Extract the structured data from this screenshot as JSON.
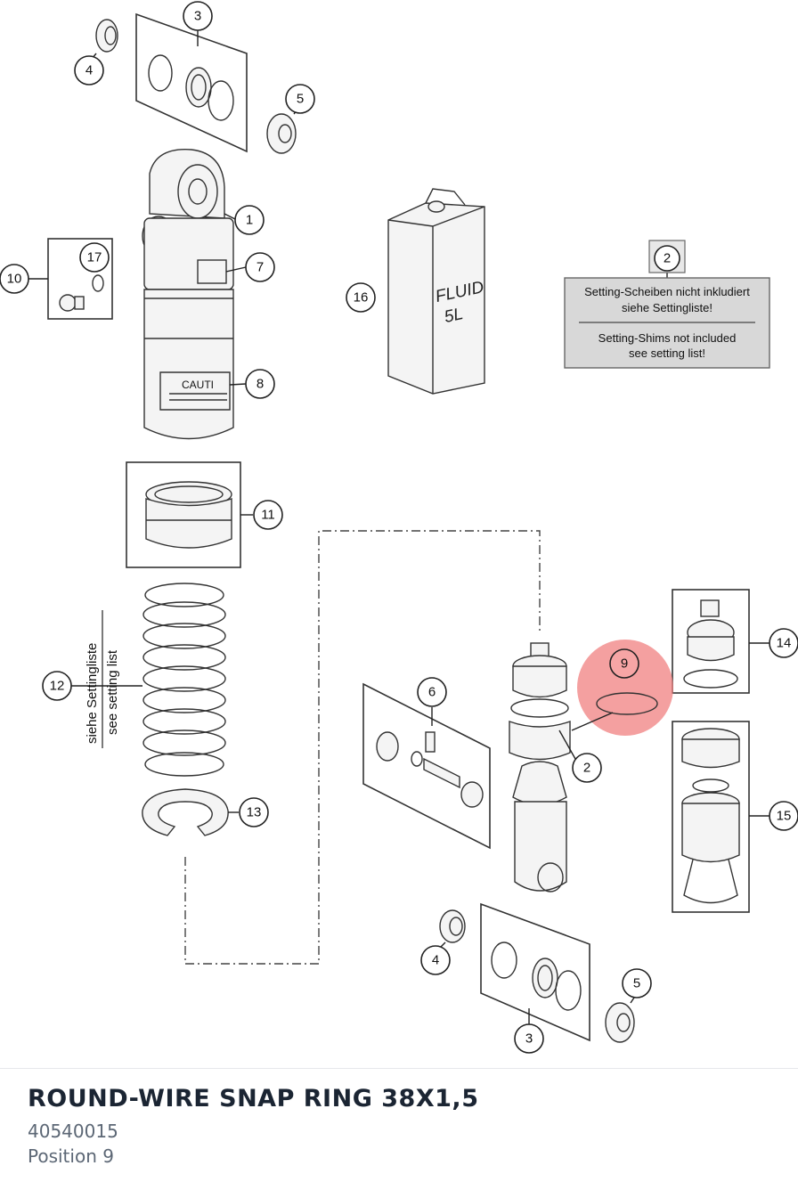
{
  "diagram": {
    "callouts": [
      {
        "id": "c-3-top",
        "label": "3"
      },
      {
        "id": "c-4-top",
        "label": "4"
      },
      {
        "id": "c-5-top",
        "label": "5"
      },
      {
        "id": "c-1",
        "label": "1"
      },
      {
        "id": "c-7",
        "label": "7"
      },
      {
        "id": "c-17",
        "label": "17"
      },
      {
        "id": "c-10",
        "label": "10"
      },
      {
        "id": "c-8",
        "label": "8"
      },
      {
        "id": "c-16",
        "label": "16"
      },
      {
        "id": "c-2-note",
        "label": "2"
      },
      {
        "id": "c-11",
        "label": "11"
      },
      {
        "id": "c-12",
        "label": "12"
      },
      {
        "id": "c-13",
        "label": "13"
      },
      {
        "id": "c-14",
        "label": "14"
      },
      {
        "id": "c-9",
        "label": "9"
      },
      {
        "id": "c-6",
        "label": "6"
      },
      {
        "id": "c-2",
        "label": "2"
      },
      {
        "id": "c-15",
        "label": "15"
      },
      {
        "id": "c-4-bottom",
        "label": "4"
      },
      {
        "id": "c-5-bottom",
        "label": "5"
      },
      {
        "id": "c-3-bottom",
        "label": "3"
      }
    ],
    "note": {
      "line_de_1": "Setting-Scheiben nicht inkludiert",
      "line_de_2": "siehe Settingliste!",
      "line_en_1": "Setting-Shims not included",
      "line_en_2": "see setting list!"
    },
    "spring_label": {
      "de": "siehe Settingliste",
      "en": "see setting list"
    },
    "fluid_can": {
      "line1": "FLUID",
      "line2": "5L"
    },
    "shock_sticker": "CAUTI",
    "highlight_color": "#f08080"
  },
  "part": {
    "name": "ROUND-WIRE SNAP RING 38X1,5",
    "number": "40540015",
    "position": "Position 9"
  }
}
